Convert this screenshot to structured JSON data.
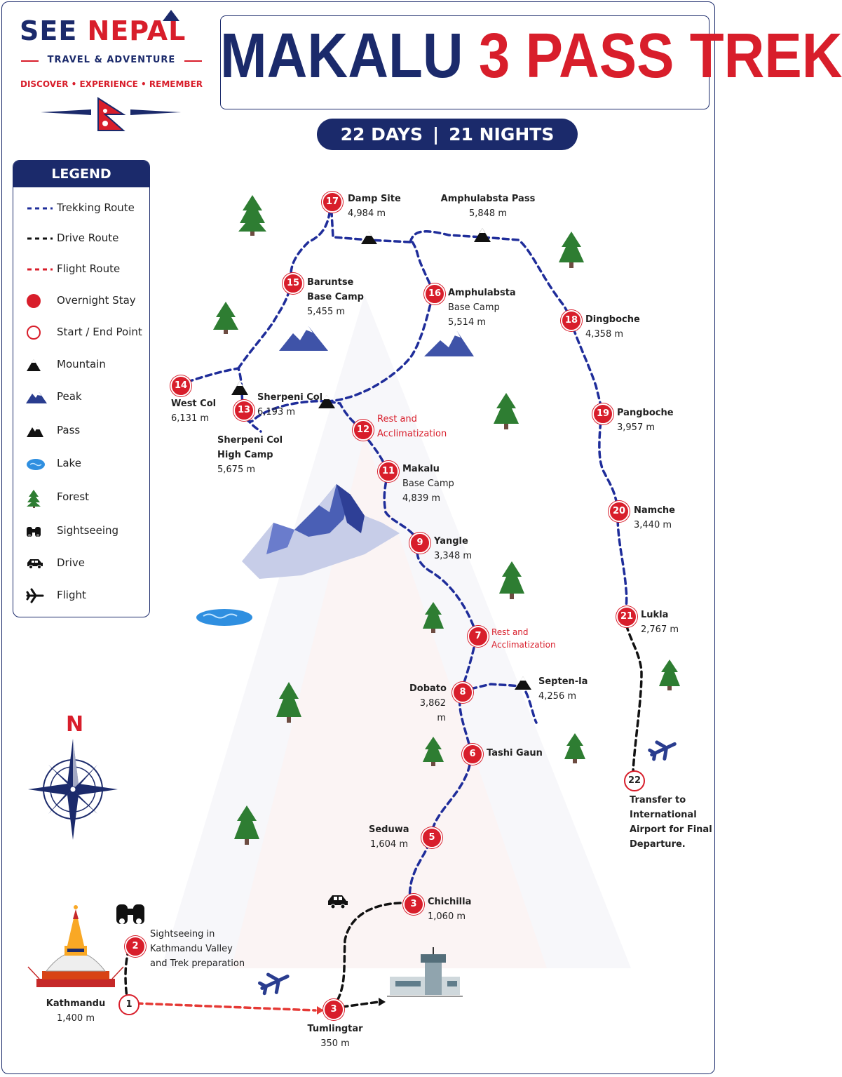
{
  "brand": {
    "name_part1": "SEE",
    "name_part2": "NEPAL",
    "tagline": "TRAVEL & ADVENTURE",
    "slogan": "DISCOVER • EXPERIENCE • REMEMBER"
  },
  "title": {
    "part1": "MAKALU",
    "part2": "3 PASS TREK"
  },
  "duration": {
    "days": "22 DAYS",
    "separator": "|",
    "nights": "21 NIGHTS"
  },
  "legend": {
    "title": "LEGEND",
    "items": [
      {
        "label": "Trekking Route",
        "icon": "trekking-route-line"
      },
      {
        "label": "Drive Route",
        "icon": "drive-route-line"
      },
      {
        "label": "Flight Route",
        "icon": "flight-route-line"
      },
      {
        "label": "Overnight Stay",
        "icon": "overnight-dot"
      },
      {
        "label": "Start / End Point",
        "icon": "start-end-ring"
      },
      {
        "label": "Mountain",
        "icon": "mountain-icon"
      },
      {
        "label": "Peak",
        "icon": "peak-icon"
      },
      {
        "label": "Pass",
        "icon": "pass-icon"
      },
      {
        "label": "Lake",
        "icon": "lake-icon"
      },
      {
        "label": "Forest",
        "icon": "tree-icon"
      },
      {
        "label": "Sightseeing",
        "icon": "binoculars-icon"
      },
      {
        "label": "Drive",
        "icon": "car-icon"
      },
      {
        "label": "Flight",
        "icon": "plane-icon"
      }
    ]
  },
  "compass": {
    "north": "N"
  },
  "stops": {
    "s1": {
      "num": "1"
    },
    "s2": {
      "num": "2",
      "note": [
        "Sightseeing in",
        "Kathmandu Valley",
        "and Trek preparation"
      ]
    },
    "s3a": {
      "num": "3",
      "name": "Tumlingtar",
      "alt": "350 m"
    },
    "s3b": {
      "num": "3",
      "name": "Chichilla",
      "alt": "1,060 m"
    },
    "s5": {
      "num": "5",
      "name": "Seduwa",
      "alt": "1,604 m"
    },
    "s6": {
      "num": "6",
      "name": "Tashi Gaun"
    },
    "s7": {
      "num": "7",
      "note": [
        "Rest and",
        "Acclimatization"
      ]
    },
    "s8": {
      "num": "8",
      "name": "Dobato",
      "alt": "3,862 m"
    },
    "s9": {
      "num": "9",
      "name": "Yangle",
      "alt": "3,348 m"
    },
    "s11": {
      "num": "11",
      "name": [
        "Makalu",
        "Base Camp"
      ],
      "alt": "4,839 m"
    },
    "s12": {
      "num": "12",
      "note": [
        "Rest and",
        "Acclimatization"
      ]
    },
    "s13": {
      "num": "13",
      "name": [
        "Sherpeni Col",
        "High Camp"
      ],
      "alt": "5,675 m"
    },
    "s14": {
      "num": "14",
      "name": "West Col",
      "alt": "6,131 m"
    },
    "s15": {
      "num": "15",
      "name": [
        "Baruntse",
        "Base Camp"
      ],
      "alt": "5,455 m"
    },
    "s16": {
      "num": "16",
      "name": [
        "Amphulabsta",
        "Base Camp"
      ],
      "alt": "5,514 m"
    },
    "s17": {
      "num": "17",
      "name": "Damp Site",
      "alt": "4,984 m"
    },
    "s18": {
      "num": "18",
      "name": "Dingboche",
      "alt": "4,358 m"
    },
    "s19": {
      "num": "19",
      "name": "Pangboche",
      "alt": "3,957 m"
    },
    "s20": {
      "num": "20",
      "name": "Namche",
      "alt": "3,440 m"
    },
    "s21": {
      "num": "21",
      "name": "Lukla",
      "alt": "2,767 m"
    },
    "s22": {
      "num": "22",
      "note": [
        "Transfer to",
        "International",
        "Airport for Final",
        "Departure."
      ]
    }
  },
  "places": {
    "kathmandu": {
      "name": "Kathmandu",
      "alt": "1,400 m"
    },
    "sherpeni_col": {
      "name": "Sherpeni Col",
      "alt": "6,193 m"
    },
    "amphulabsta_pass": {
      "name": "Amphulabsta Pass",
      "alt": "5,848 m"
    },
    "septen_la": {
      "name": "Septen-la",
      "alt": "4,256 m"
    }
  },
  "colors": {
    "navy": "#1b2a6b",
    "red": "#d81e2b",
    "route": "#1f2d9a"
  }
}
